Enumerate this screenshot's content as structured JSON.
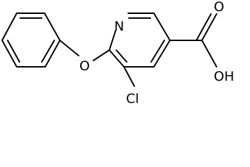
{
  "structure": {
    "atoms": {
      "nitrogen": "N",
      "ether_oxygen": "O",
      "chlorine": "Cl",
      "carbonyl_oxygen": "O",
      "hydroxyl": "OH"
    },
    "colors": {
      "bond": "#000000",
      "label": "#000000",
      "background": "#ffffff"
    }
  }
}
